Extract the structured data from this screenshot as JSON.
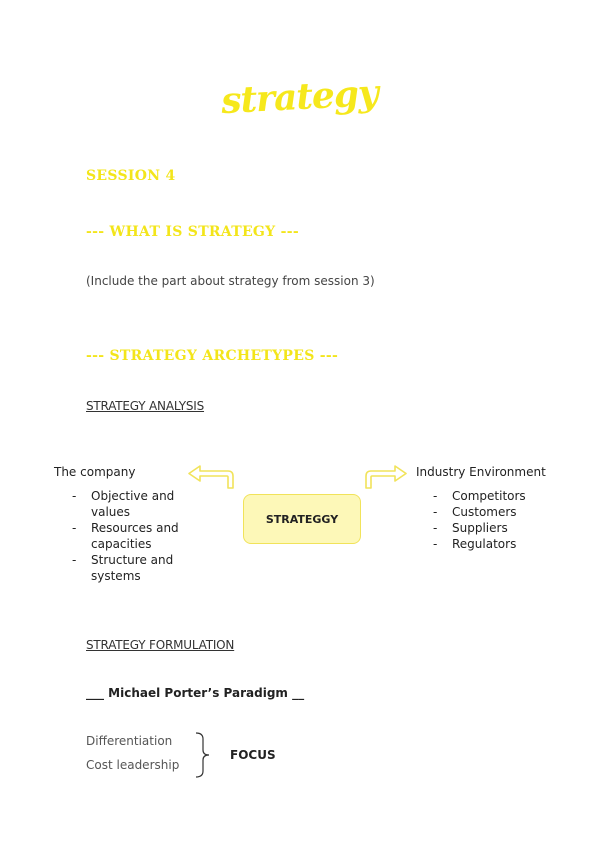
{
  "title": "strategy",
  "session": "SESSION 4",
  "section1": {
    "heading": "--- WHAT IS STRATEGY ---",
    "note": "(Include the part about strategy from session 3)"
  },
  "section2": {
    "heading": "--- STRATEGY ARCHETYPES ---",
    "analysis_label": "STRATEGY ANALYSIS",
    "company": {
      "label": "The company",
      "items": [
        "Objective and values",
        "Resources and capacities",
        "Structure and systems"
      ]
    },
    "center_box": "STRATEGGY",
    "industry": {
      "label": "Industry Environment",
      "items": [
        "Competitors",
        "Customers",
        "Suppliers",
        "Regulators"
      ]
    },
    "formulation_label": "STRATEGY FORMULATION",
    "porter_heading": "___ Michael Porter’s Paradigm __",
    "porter_items": [
      "Differentiation",
      "Cost leadership"
    ],
    "focus_label": "FOCUS"
  },
  "colors": {
    "accent_yellow": "#f3e51a",
    "box_fill": "#fdf8b8"
  }
}
